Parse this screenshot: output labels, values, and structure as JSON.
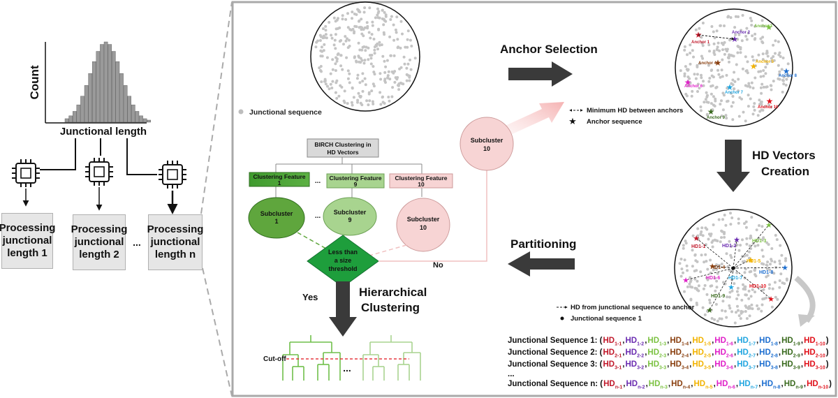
{
  "left_panel": {
    "histogram": {
      "y_label": "Count",
      "x_label": "Junctional length"
    },
    "processors": [
      {
        "lines": [
          "Processing",
          "junctional",
          "length 1"
        ]
      },
      {
        "lines": [
          "Processing",
          "junctional",
          "length 2"
        ]
      },
      {
        "ellipsis": "..."
      },
      {
        "lines": [
          "Processing",
          "junctional",
          "length n"
        ]
      }
    ]
  },
  "main_panel": {
    "legend_top": {
      "junctional_sequence": "Junctional sequence"
    },
    "anchor_selection": {
      "label": "Anchor Selection"
    },
    "anchor_legend": {
      "min_hd": "Minimum HD between anchors",
      "anchor_seq": "Anchor sequence"
    },
    "anchors": [
      {
        "label": "Anchor 1",
        "color": "#c0182a"
      },
      {
        "label": "Anchor 2",
        "color": "#6a2bb0"
      },
      {
        "label": "Anchor 3",
        "color": "#7cc242"
      },
      {
        "label": "Anchor 4",
        "color": "#8a4010"
      },
      {
        "label": "Anchor 5",
        "color": "#f2b300"
      },
      {
        "label": "Anchor 6",
        "color": "#e020c8"
      },
      {
        "label": "Anchor 7",
        "color": "#22a6e0"
      },
      {
        "label": "Anchor 8",
        "color": "#1e6fd0"
      },
      {
        "label": "Anchor 9",
        "color": "#3a6a1e"
      },
      {
        "label": "Anchor 10",
        "color": "#e0101a"
      }
    ],
    "hd_vectors": {
      "line1": "HD Vectors",
      "line2": "Creation"
    },
    "hd_labels": [
      "HD1-1",
      "HD1-2",
      "HD1-3",
      "HD1-4",
      "HD1-5",
      "HD1-6",
      "HD1-7",
      "HD1-8",
      "HD1-9",
      "HD1-10"
    ],
    "hd_legend": {
      "hd_line": "HD from junctional sequence to anchor",
      "seq1": "Junctional sequence 1"
    },
    "partitioning": {
      "label": "Partitioning"
    },
    "birch": {
      "root": [
        "BIRCH Clustering in",
        "HD Vectors"
      ],
      "cf1": [
        "Clustering Feature",
        "1"
      ],
      "cf9": [
        "Clustering Feature",
        "9"
      ],
      "cf10": [
        "Clustering Feature",
        "10"
      ],
      "sub1": [
        "Subcluster",
        "1"
      ],
      "sub9": [
        "Subcluster",
        "9"
      ],
      "sub10": [
        "Subcluster",
        "10"
      ],
      "sub10_top": [
        "Subcluster",
        "10"
      ],
      "ellipsis": "...",
      "decision": [
        "Less than",
        "a size",
        "threshold"
      ],
      "no": "No",
      "yes": "Yes"
    },
    "hierarchical": {
      "line1": "Hierarchical",
      "line2": "Clustering"
    },
    "dendrogram": {
      "cutoff": "Cut-off",
      "ellipsis": "..."
    },
    "sequences": [
      {
        "label": "Junctional Sequence 1: ",
        "row": "1"
      },
      {
        "label": "Junctional Sequence 2: ",
        "row": "2"
      },
      {
        "label": "Junctional Sequence 3: ",
        "row": "3"
      },
      {
        "ellipsis": "..."
      },
      {
        "label": "Junctional Sequence n: ",
        "row": "n"
      }
    ],
    "seq_colors": [
      "#c0182a",
      "#6a2bb0",
      "#7cc242",
      "#8a4010",
      "#f2b300",
      "#e020c8",
      "#22a6e0",
      "#1e6fd0",
      "#3a6a1e",
      "#e0101a"
    ]
  }
}
